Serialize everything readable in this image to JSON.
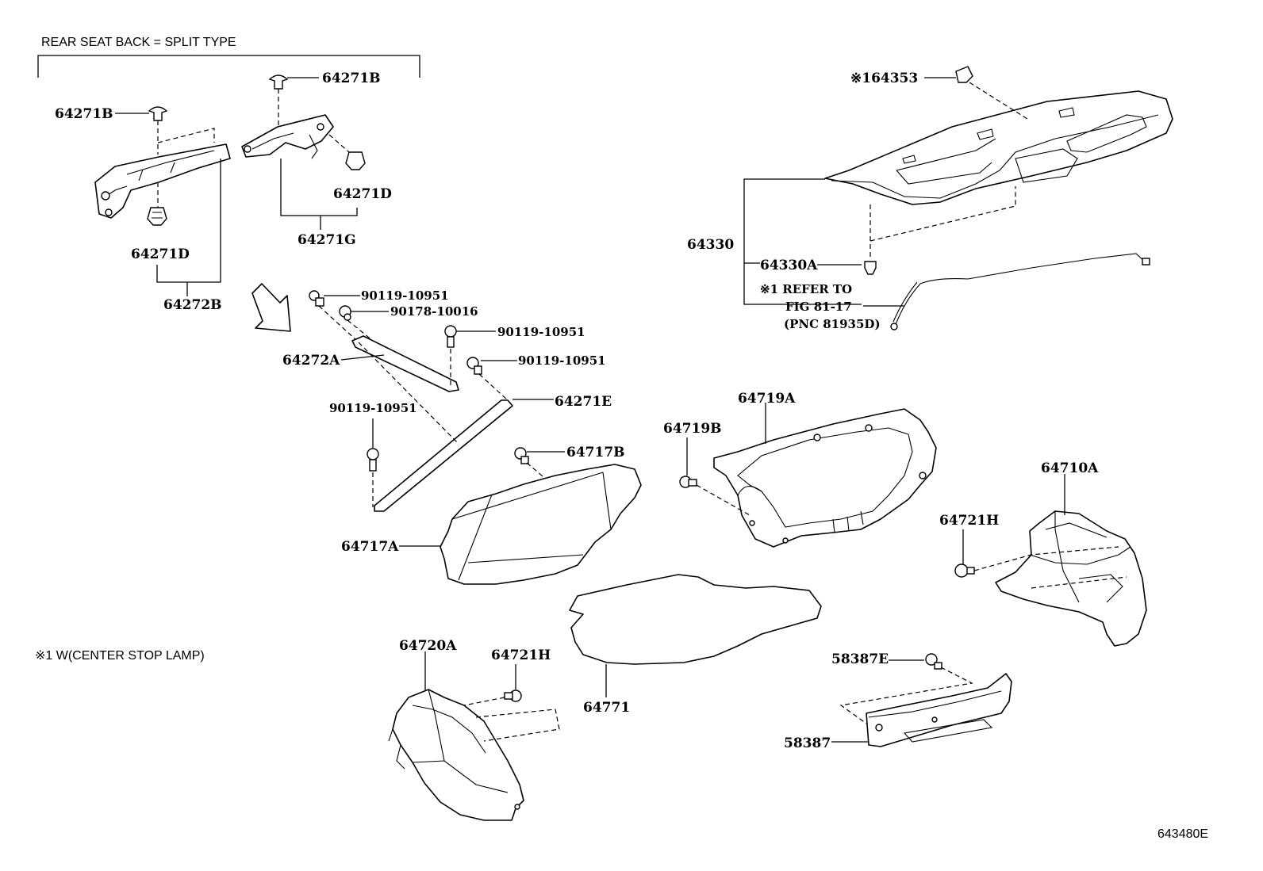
{
  "header": {
    "rear_seat_back_note": "REAR SEAT BACK = SPLIT TYPE"
  },
  "footnote": "※1 W(CENTER STOP LAMP)",
  "figure_code": "643480E",
  "reference_note": {
    "line1": "※1 REFER TO",
    "line2": "FIG 81-17",
    "line3": "(PNC 81935D)"
  },
  "labels": {
    "p64271B_left": "64271B",
    "p64271B_top": "64271B",
    "p64271D_left": "64271D",
    "p64271D_right": "64271D",
    "p64271G": "64271G",
    "p64272B": "64272B",
    "p64272A": "64272A",
    "p90119_a": "90119-10951",
    "p90178": "90178-10016",
    "p90119_b": "90119-10951",
    "p90119_c": "90119-10951",
    "p90119_d": "90119-10951",
    "p64271E": "64271E",
    "p64717B": "64717B",
    "p64717A": "64717A",
    "p164353": "※164353",
    "p64330": "64330",
    "p64330A": "64330A",
    "p64719A": "64719A",
    "p64719B": "64719B",
    "p64710A": "64710A",
    "p64721H_right": "64721H",
    "p64721H_left": "64721H",
    "p64720A": "64720A",
    "p64771": "64771",
    "p58387E": "58387E",
    "p58387": "58387"
  }
}
